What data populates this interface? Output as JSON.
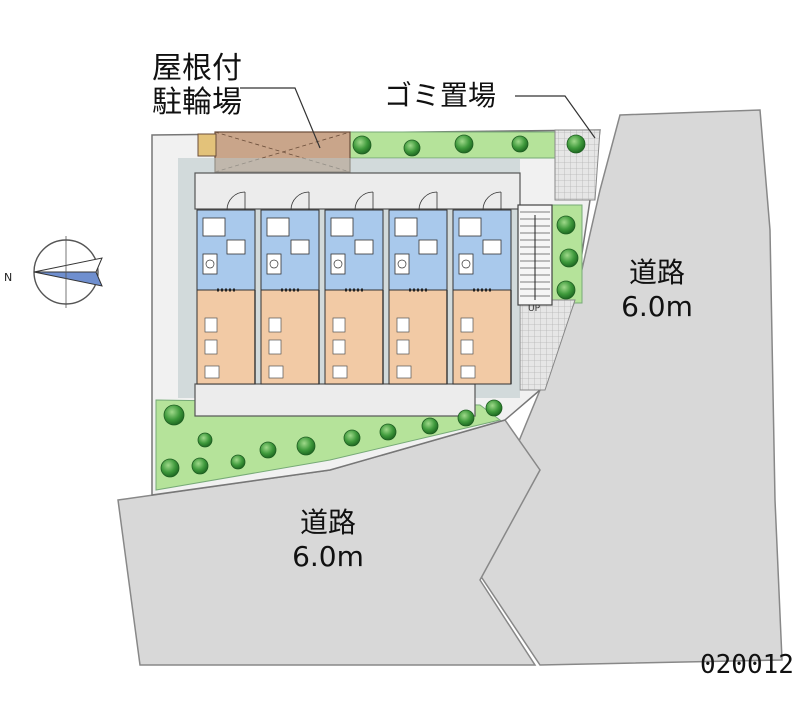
{
  "labels": {
    "bicycle_parking_line1": "屋根付",
    "bicycle_parking_line2": "駐輪場",
    "trash_area": "ゴミ置場",
    "road_right_name": "道路",
    "road_right_width": "6.0m",
    "road_bottom_name": "道路",
    "road_bottom_width": "6.0m",
    "stairs_up": "UP",
    "compass_north": "N"
  },
  "property_code": "020012",
  "units": {
    "count": 5
  },
  "colors": {
    "road": "#d8d8d8",
    "site": "#f1f1f1",
    "green_lawn": "#b5e39a",
    "tree": "#3c8f3c",
    "bath_area": "#a9c9ec",
    "room_floor": "#f2caa5",
    "corridor": "#ececec",
    "parking_roof": "#c9a58a",
    "tile": "#bfbfbf"
  }
}
